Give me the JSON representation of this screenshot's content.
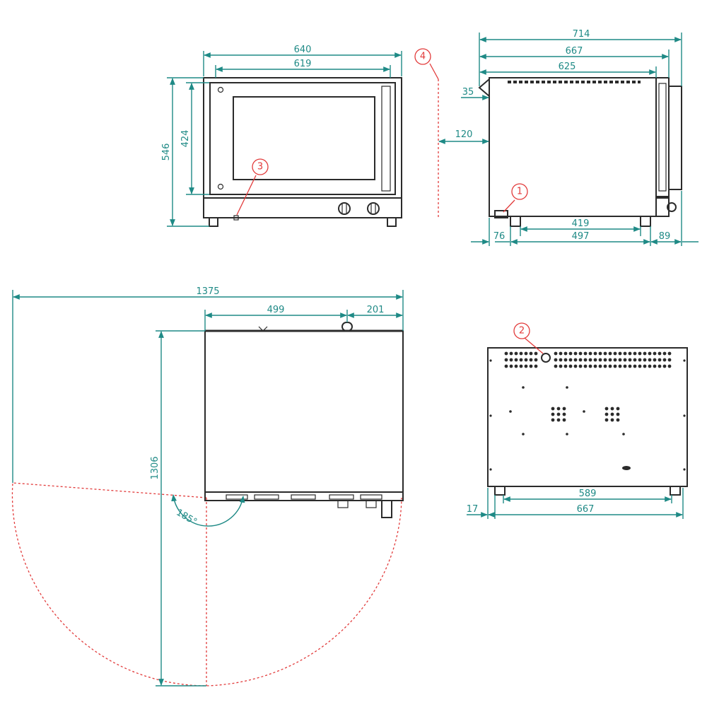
{
  "front_view": {
    "dim_width_outer": "640",
    "dim_width_inner": "619",
    "dim_height_outer": "546",
    "dim_height_inner": "424",
    "callout": "3"
  },
  "side_view": {
    "dim_depth_total": "714",
    "dim_depth_body": "667",
    "dim_depth_top": "625",
    "dim_top_offset": "35",
    "dim_clearance": "120",
    "dim_feet_span": "419",
    "dim_base": "497",
    "dim_front_offset": "76",
    "dim_rear_overhang": "89",
    "callout_clearance": "4",
    "callout_inlet": "1"
  },
  "top_view": {
    "dim_total_width": "1375",
    "dim_left": "499",
    "dim_right": "201",
    "dim_depth": "1306",
    "door_angle": "185°"
  },
  "rear_view": {
    "dim_feet": "589",
    "dim_width": "667",
    "dim_offset": "17",
    "callout": "2"
  },
  "colors": {
    "dimension": "#1f8a86",
    "callout": "#e23b3b",
    "outline": "#2b2b2b"
  }
}
